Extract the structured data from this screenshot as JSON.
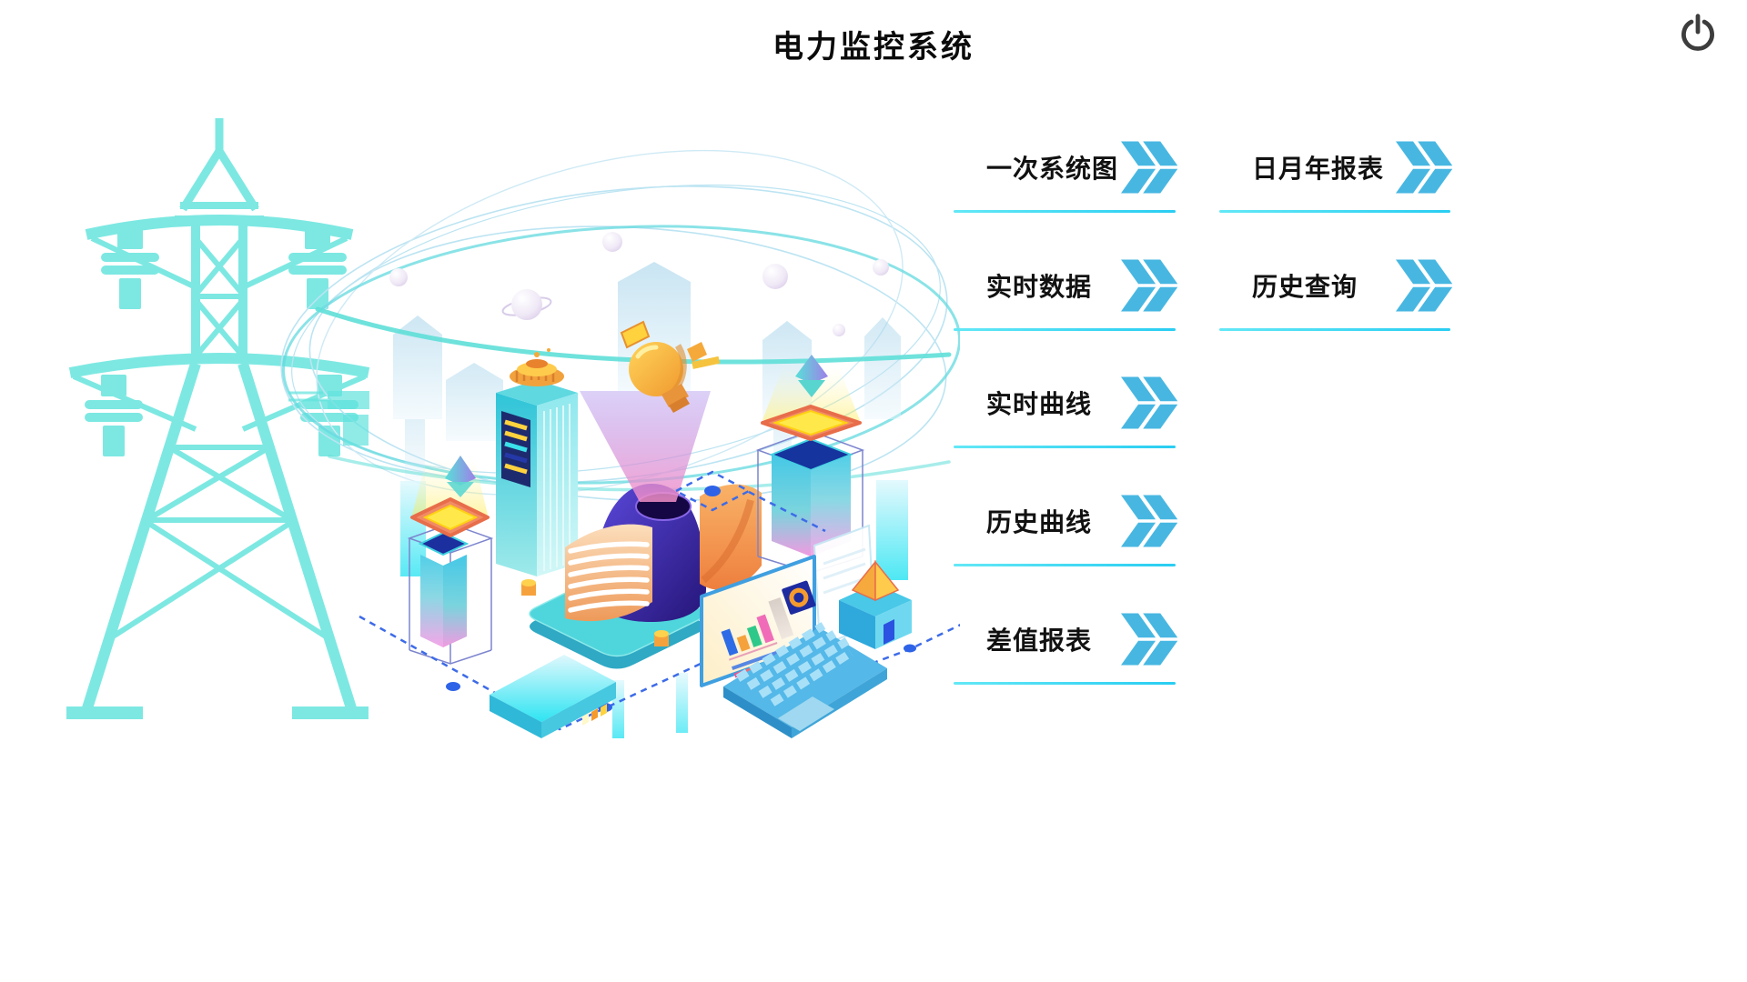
{
  "header": {
    "title": "电力监控系统"
  },
  "power_button": {
    "icon": "power-icon",
    "color": "#3d3d3d"
  },
  "menu": {
    "items": [
      {
        "label": "一次系统图"
      },
      {
        "label": "日月年报表"
      },
      {
        "label": "实时数据"
      },
      {
        "label": "历史查询"
      },
      {
        "label": "实时曲线"
      },
      {
        "label": "历史曲线"
      },
      {
        "label": "差值报表"
      }
    ],
    "chevron_icon": "double-chevron-right-icon",
    "chevron_color": "#47b7e2",
    "underline_color": "#2bd2f2",
    "label_color": "#111111"
  },
  "illustration": {
    "transmission_tower_color": "#7de8e2",
    "wire_color": "#5fdfd8",
    "dome_color": "#2a1a85",
    "accent_orange": "#f5a23c",
    "accent_pink": "#f590c8",
    "dashed_path_color": "#3d6be8"
  }
}
